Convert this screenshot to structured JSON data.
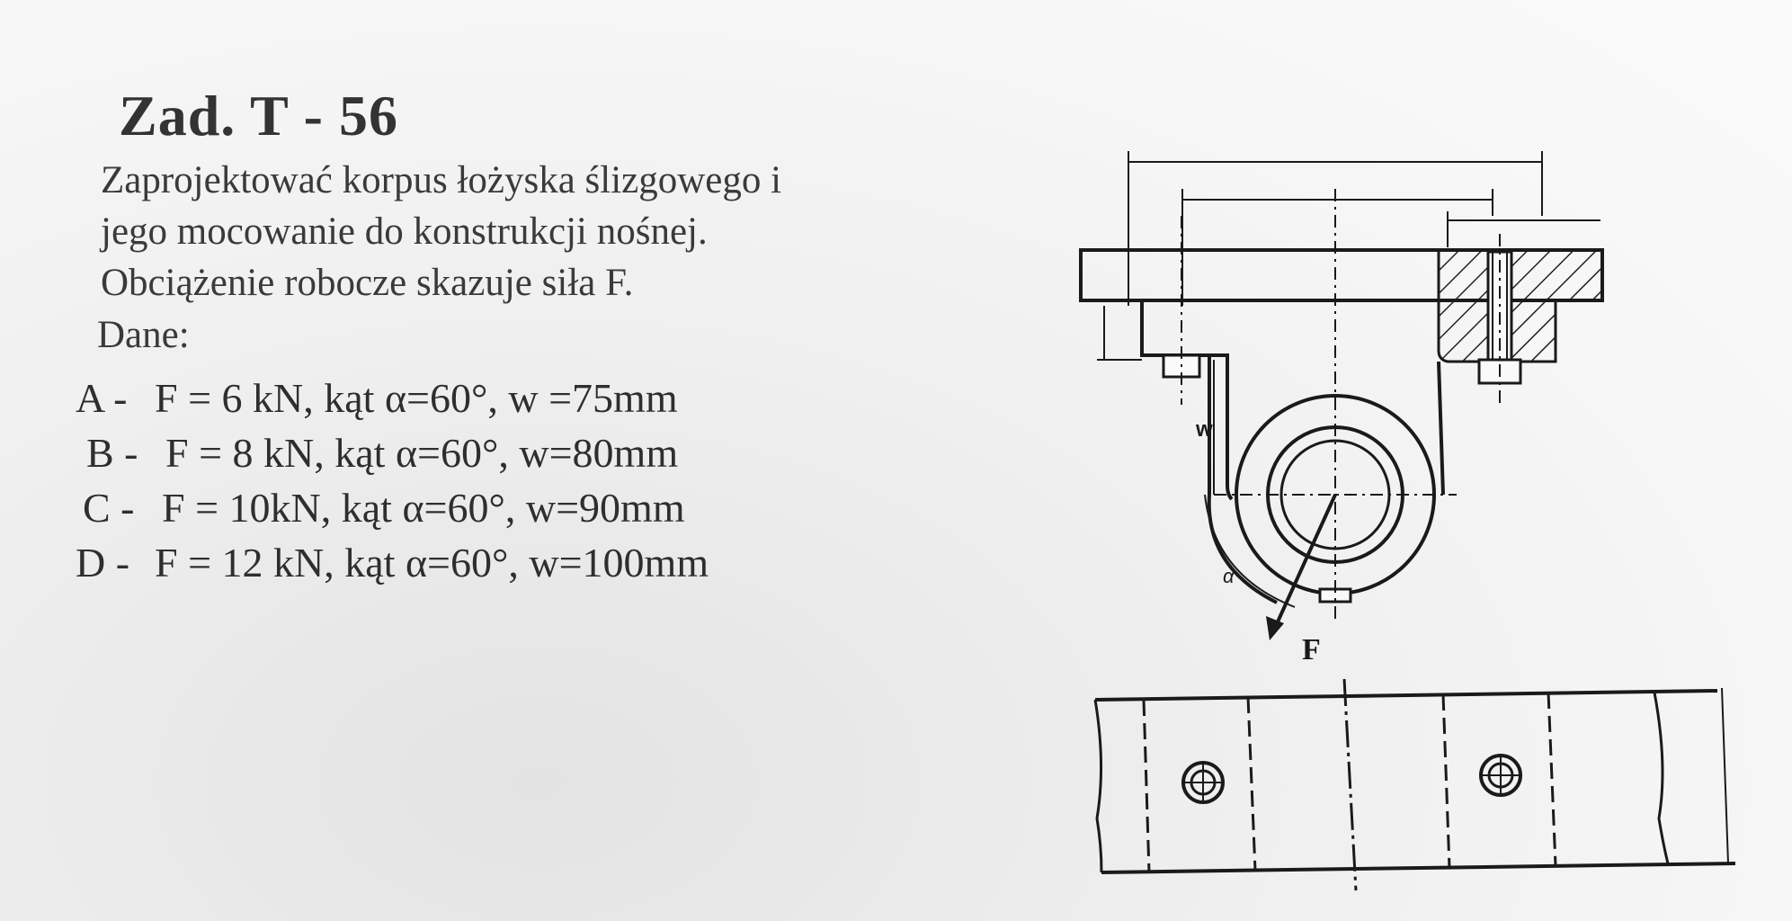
{
  "title": "Zad. T - 56",
  "description": [
    "Zaprojektować korpus łożyska ślizgowego i",
    "jego mocowanie do konstrukcji nośnej.",
    "Obciążenie robocze skazuje siła F."
  ],
  "dane_label": "Dane:",
  "variants": [
    {
      "letter": "A -",
      "params": "F = 6 kN,  kąt α=60°, w =75mm"
    },
    {
      "letter": "B -",
      "params": "F = 8 kN,  kąt α=60°, w=80mm"
    },
    {
      "letter": "C -",
      "params": "F = 10kN,  kąt α=60°, w=90mm"
    },
    {
      "letter": "D -",
      "params": "F = 12 kN,  kąt α=60°, w=100mm"
    }
  ],
  "drawing": {
    "label_w": "w",
    "label_alpha": "α",
    "label_force": "F"
  }
}
